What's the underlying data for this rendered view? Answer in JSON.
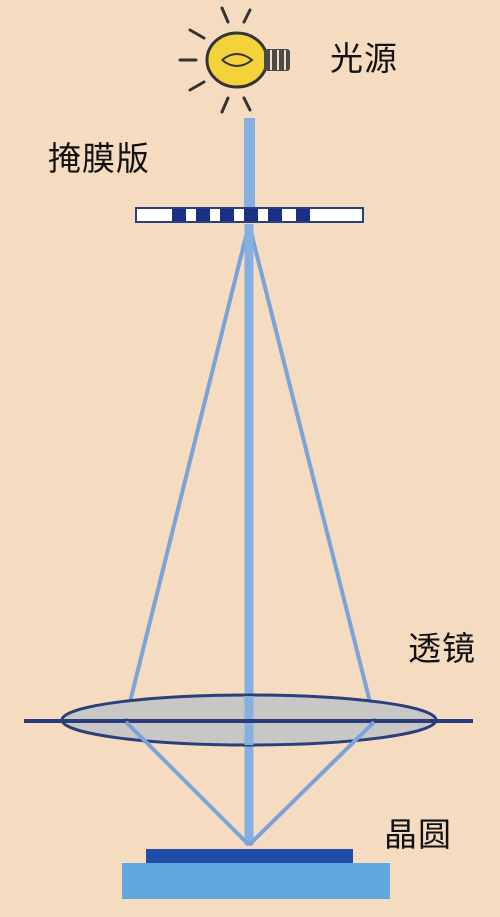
{
  "labels": {
    "light_source": "光源",
    "mask": "掩膜版",
    "lens": "透镜",
    "wafer": "晶圆"
  },
  "colors": {
    "background": "#f5dcc0",
    "beam": "#7aa3d9",
    "beam_center": "#86b0e2",
    "mask_frame": "#2b3f7a",
    "mask_fill": "#ffffff",
    "mask_pattern": "#1a2f86",
    "lens_fill": "#c9c6c6",
    "lens_outline": "#2b3f7a",
    "optical_axis": "#2a3d7a",
    "wafer_top": "#1f4ea6",
    "wafer_base": "#5fa7dd",
    "bulb_glass": "#f3d23a",
    "bulb_base": "#4a4a4a",
    "rays": "#333333"
  },
  "icons": {
    "light_source": "light-bulb-icon"
  }
}
